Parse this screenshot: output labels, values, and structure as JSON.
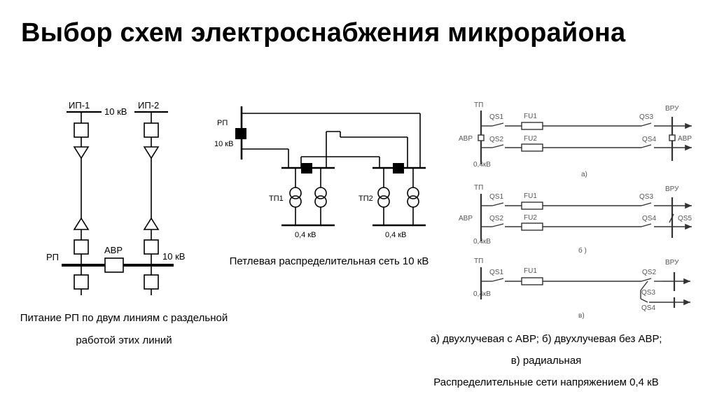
{
  "title": "Выбор схем электроснабжения микрорайона",
  "scheme1": {
    "source_1": "ИП-1",
    "source_2": "ИП-2",
    "voltage_top": "10 кВ",
    "rp": "РП",
    "avr": "АВР",
    "voltage_bus": "10 кВ",
    "caption_line1": "Питание РП по двум линиям с раздельной",
    "caption_line2": "работой этих линий"
  },
  "scheme2": {
    "rp": "РП",
    "voltage_rp": "10 кВ",
    "tp1": "ТП1",
    "tp2": "ТП2",
    "low_voltage_1": "0,4 кВ",
    "low_voltage_2": "0,4 кВ",
    "caption": "Петлевая распределительная сеть 10 кВ"
  },
  "scheme3": {
    "a": {
      "tp": "ТП",
      "vru": "ВРУ",
      "qs1": "QS1",
      "fu1": "FU1",
      "qs3": "QS3",
      "avr_left": "АВР",
      "qs2": "QS2",
      "fu2": "FU2",
      "qs4": "QS4",
      "avr_right": "АВР",
      "voltage": "0,4кВ",
      "label": "а)"
    },
    "b": {
      "tp": "ТП",
      "vru": "ВРУ",
      "qs1": "QS1",
      "fu1": "FU1",
      "qs3": "QS3",
      "avr_left": "АВР",
      "qs2": "QS2",
      "fu2": "FU2",
      "qs4": "QS4",
      "qs5": "QS5",
      "voltage": "0,4кВ",
      "label": "б )"
    },
    "c": {
      "tp": "ТП",
      "vru": "ВРУ",
      "qs1": "QS1",
      "fu1": "FU1",
      "qs2": "QS2",
      "qs3": "QS3",
      "qs4": "QS4",
      "voltage": "0,4кВ",
      "label": "в)"
    },
    "caption_line1": "а) двухлучевая с АВР; б) двухлучевая без АВР;",
    "caption_line2": "в) радиальная",
    "caption_line3": "Распределительные сети напряжением 0,4 кВ"
  }
}
